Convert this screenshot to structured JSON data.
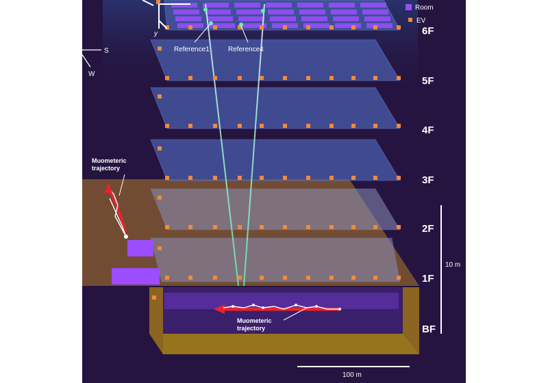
{
  "floors": [
    "6F",
    "5F",
    "4F",
    "3F",
    "2F",
    "1F",
    "BF"
  ],
  "legend": [
    {
      "label": "Room",
      "color": "#9b4dff"
    },
    {
      "label": "EV",
      "color": "#f08a3c"
    }
  ],
  "references": {
    "left": "Reference1",
    "right": "Reference4"
  },
  "compass": {
    "south": "S",
    "west": "W",
    "axis_y": "y"
  },
  "trajectory_ground": {
    "line1": "Muometeric",
    "line2": "trajectory"
  },
  "trajectory_basement": {
    "line1": "Muometeric",
    "line2": "trajectory"
  },
  "scale_vertical": "10 m",
  "scale_horizontal": "100 m",
  "colors": {
    "background": "#25143f",
    "floor_plate": "#4a5fb0",
    "ground": "#7a5232",
    "basement_wall": "#8a6420",
    "room": "#9b4dff",
    "elevator": "#f08a3c",
    "trajectory": "#e8232e",
    "muon_track": "#9fe8ff"
  }
}
